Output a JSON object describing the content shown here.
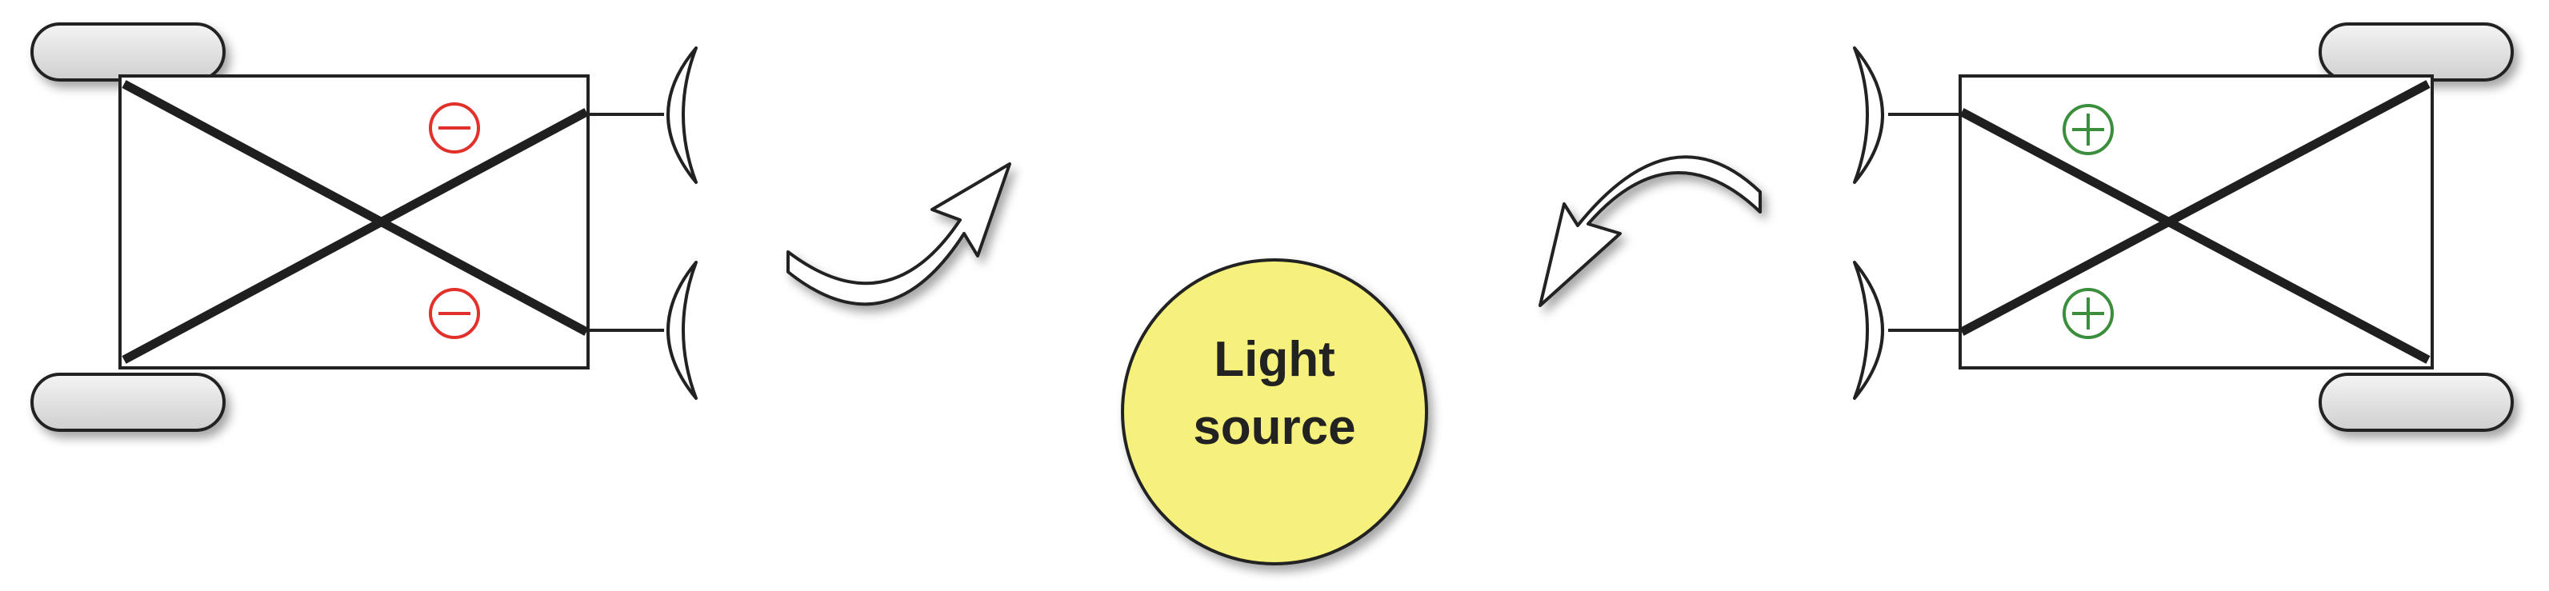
{
  "light_source": {
    "label_line1": "Light",
    "label_line2": "source",
    "fill_color": "#f6f07c"
  },
  "left_vehicle": {
    "sensor_sign": "minus",
    "sign_color": "#e2302b",
    "turn_arrow": "curved-arrow-turning-away"
  },
  "right_vehicle": {
    "sensor_sign": "plus",
    "sign_color": "#3b8f3c",
    "turn_arrow": "curved-arrow-turning-toward"
  },
  "colors": {
    "wheel_fill": "#e6e6e6",
    "stroke": "#222222",
    "wire": "#1f1f1f"
  }
}
